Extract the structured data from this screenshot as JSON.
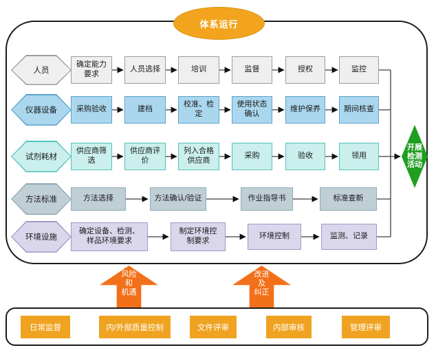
{
  "title": {
    "label": "体系运行"
  },
  "rows": [
    {
      "hex": "人员",
      "steps": [
        "确定能力要求",
        "人员选择",
        "培训",
        "监督",
        "授权",
        "监控"
      ]
    },
    {
      "hex": "仪器设备",
      "steps": [
        "采购验收",
        "建档",
        "校准、检定",
        "使用状态确认",
        "维护保养",
        "期间核查"
      ]
    },
    {
      "hex": "试剂耗材",
      "steps": [
        "供应商筛选",
        "供应商评价",
        "列入合格供应商",
        "采购",
        "验收",
        "领用"
      ]
    },
    {
      "hex": "方法标准",
      "steps": [
        "方法选择",
        "方法确认/验证",
        "作业指导书",
        "标准查新"
      ]
    },
    {
      "hex": "环境设施",
      "steps": [
        "确定设备、检测、\n样品环境要求",
        "制定环境控\n制要求",
        "环境控制",
        "监测、记录"
      ]
    }
  ],
  "outcome": {
    "label": "开展\n检测\n活动"
  },
  "feedback_arrows": [
    {
      "label": "风险\n和\n机遇"
    },
    {
      "label": "改进\n及\n纠正"
    }
  ],
  "bottom": {
    "items": [
      "日常监督",
      "内/外部质量控制",
      "文件评审",
      "内部审核",
      "管理评审"
    ]
  },
  "colors": {
    "accent_orange": "#F2A41E",
    "arrow_orange": "#F2701A",
    "row_personnel": "#EFEFEF",
    "row_equipment": "#ABD7EE",
    "row_reagents": "#CAEFEC",
    "row_methods": "#C0CED6",
    "row_environment": "#DAD7EC",
    "outcome_green": "#1F9E20",
    "frame_black": "#1C1C1C"
  }
}
